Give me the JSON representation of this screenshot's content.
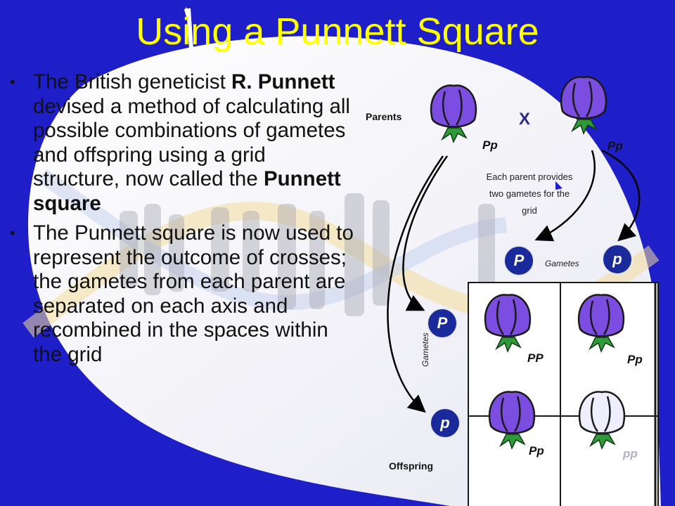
{
  "slide": {
    "title": "Using a Punnett Square",
    "bullets": [
      {
        "before": "The British geneticist ",
        "bold1": "R. Punnett",
        "middle": " devised a method of calculating all possible combinations of gametes and offspring using a grid structure, now called the ",
        "bold2": "Punnett square"
      },
      {
        "text": "The Punnett square is now used to represent the outcome of crosses; the gametes from each parent are separated on each axis and recombined in the spaces within the grid"
      }
    ]
  },
  "diagram": {
    "parents_label": "Parents",
    "cross_symbol": "X",
    "parent1_genotype": "Pp",
    "parent2_genotype": "Pp",
    "note_lines": [
      "Each parent provides",
      "two gametes for the",
      "grid"
    ],
    "gametes_label_top": "Gametes",
    "gametes_label_side": "Gametes",
    "gamete_top_1": "P",
    "gamete_top_2": "p",
    "gamete_side_1": "P",
    "gamete_side_2": "p",
    "offspring_label": "Offspring",
    "cells": [
      "PP",
      "Pp",
      "Pp",
      "pp"
    ]
  },
  "colors": {
    "background": "#1f1fc9",
    "title": "#ffff00",
    "flower_purple": "#7b4de0",
    "flower_white": "#eeeeff",
    "gamete_circle": "#1a2a9a"
  },
  "icons": [
    "flower-icon",
    "arrow-icon"
  ]
}
